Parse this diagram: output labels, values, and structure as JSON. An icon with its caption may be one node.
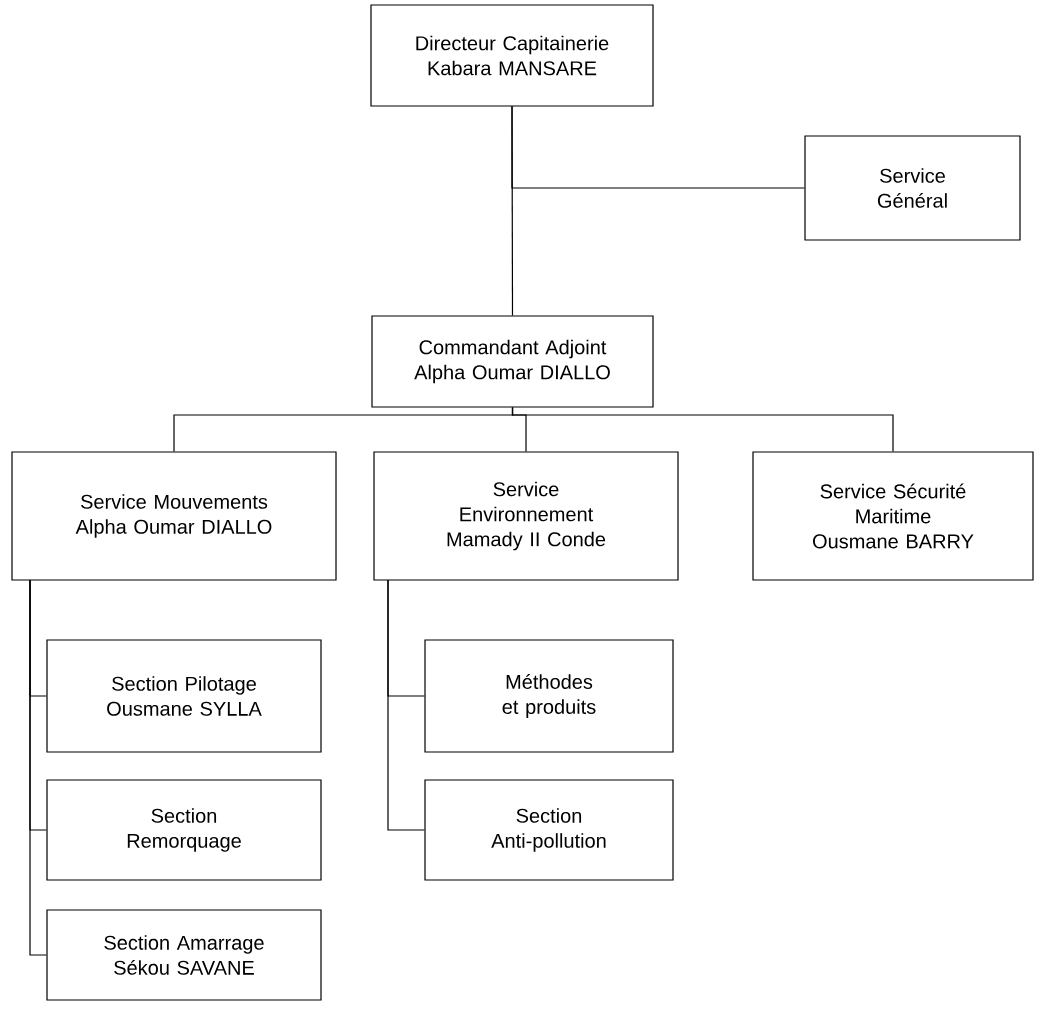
{
  "diagram": {
    "nodes": [
      {
        "text": [
          "Directeur Capitainerie Kabara MANSARE"
        ]
      },
      {
        "text": [
          "Service Général"
        ]
      },
      {
        "text": [
          "Commandant Adjoint Alpha Oumar DIALLO"
        ]
      },
      {
        "text": [
          "Service Mouvements Alpha Oumar DIALLO"
        ]
      },
      {
        "text": [
          "Service Environnement Mamady II Conde"
        ]
      },
      {
        "text": [
          "Service Sécurité Maritime Ousmane BARRY"
        ]
      },
      {
        "text": [
          "Section Pilotage Ousmane SYLLA"
        ]
      },
      {
        "text": [
          "Section Remorquage"
        ]
      },
      {
        "text": [
          "Section Amarrage Sékou SAVANE"
        ]
      },
      {
        "text": [
          "Méthodes et produits"
        ]
      },
      {
        "text": [
          "Section Anti-pollution"
        ]
      }
    ],
    "edges": [
      {
        "from": 0,
        "to": 2,
        "arrow": "none"
      },
      {
        "from": 0,
        "to": 1,
        "arrow": "none"
      },
      {
        "from": 2,
        "to": 3,
        "arrow": "none"
      },
      {
        "from": 2,
        "to": 4,
        "arrow": "none"
      },
      {
        "from": 2,
        "to": 5,
        "arrow": "none"
      },
      {
        "from": 3,
        "to": 6,
        "arrow": "none"
      },
      {
        "from": 3,
        "to": 7,
        "arrow": "none"
      },
      {
        "from": 3,
        "to": 8,
        "arrow": "none"
      },
      {
        "from": 4,
        "to": 9,
        "arrow": "none"
      },
      {
        "from": 4,
        "to": 10,
        "arrow": "none"
      }
    ]
  }
}
